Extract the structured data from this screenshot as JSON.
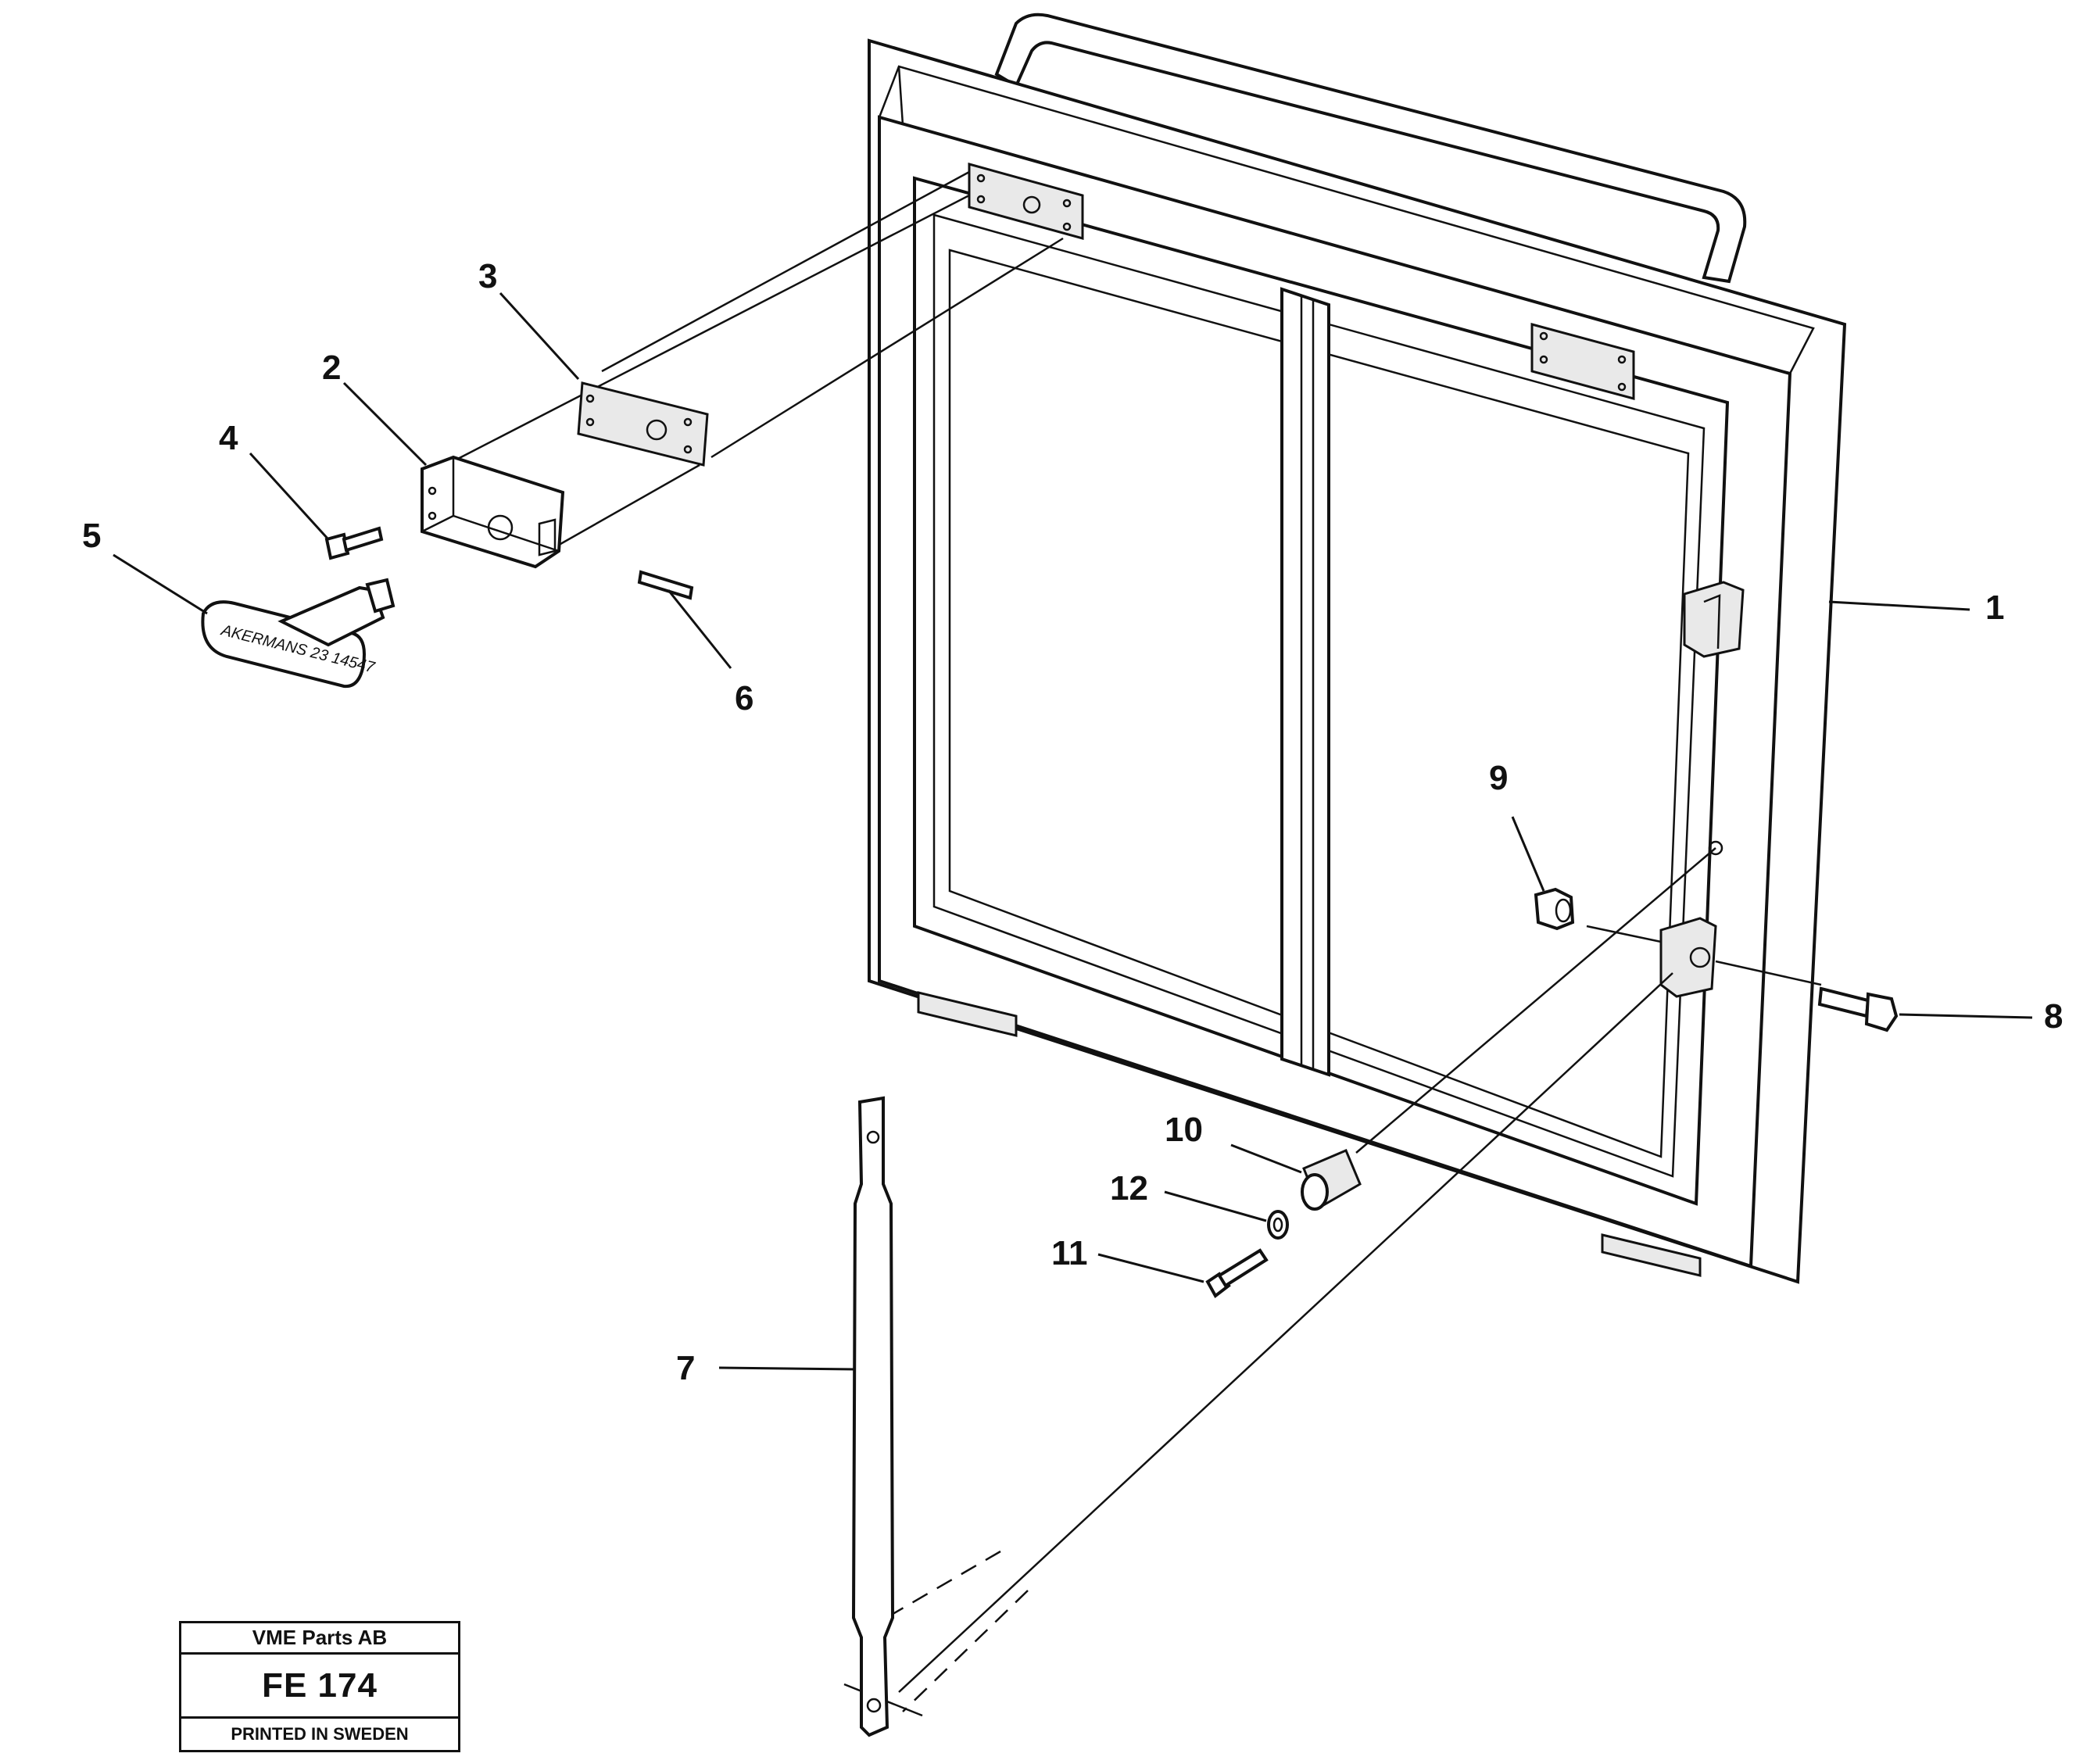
{
  "title_block": {
    "company": "VME Parts AB",
    "code": "FE 174",
    "printed": "PRINTED IN SWEDEN"
  },
  "callouts": [
    "1",
    "2",
    "3",
    "4",
    "5",
    "6",
    "7",
    "8",
    "9",
    "10",
    "11",
    "12"
  ],
  "handle_marking": "AKERMANS 23 14547"
}
